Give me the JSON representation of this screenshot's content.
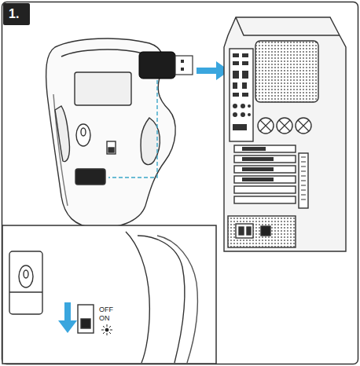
{
  "diagram": {
    "nodes": [
      {
        "text": [
          "1."
        ]
      }
    ],
    "labels": [
      "OFF",
      "ON"
    ]
  }
}
